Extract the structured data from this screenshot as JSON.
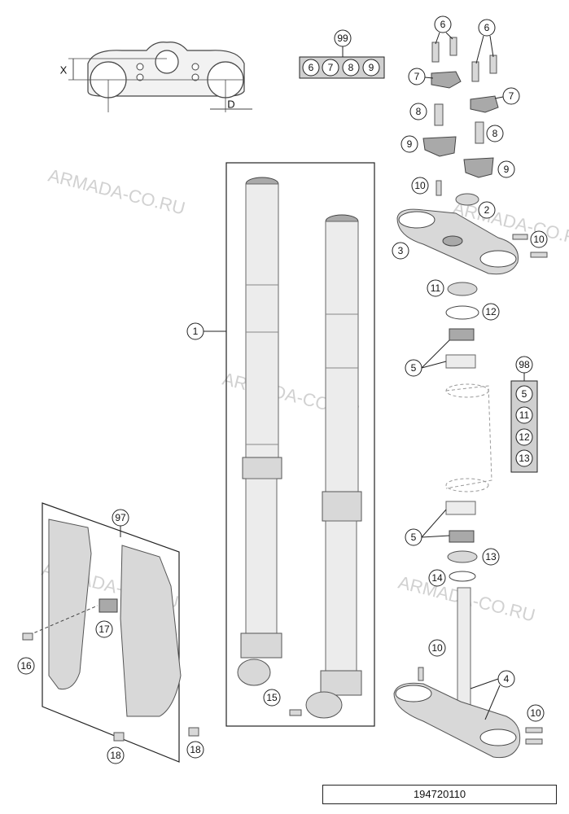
{
  "watermark": "ARMADA-CO.RU",
  "document_number": "194720110",
  "dimension_labels": {
    "x": "X",
    "d": "D"
  },
  "callouts": {
    "fork_leg": "1",
    "handlebar_bolt_top": "2",
    "upper_triple_clamp": "3",
    "steering_stem": "4",
    "bearing_upper": "5",
    "bearing_lower": "5",
    "screw_left": "6",
    "screw_right": "6",
    "clamp_left": "7",
    "clamp_right": "7",
    "bushing_left": "8",
    "bushing_right": "8",
    "damper_left": "9",
    "damper_right": "9",
    "screw_top": "10",
    "screw_upper_clamp": "10",
    "screw_stem_left": "10",
    "screw_stem_right": "10",
    "seal_ring": "11",
    "o_ring": "12",
    "seal_lower": "13",
    "washer": "14",
    "collar_screw": "15",
    "guard_screw": "16",
    "guard_clip": "17",
    "guard_bolt_left": "18",
    "guard_bolt_right": "18",
    "fork_protector_set": "97",
    "kit_98": "98",
    "kit_99": "99"
  },
  "kit_99_items": [
    "6",
    "7",
    "8",
    "9"
  ],
  "kit_98_items": [
    "5",
    "11",
    "12",
    "13"
  ]
}
